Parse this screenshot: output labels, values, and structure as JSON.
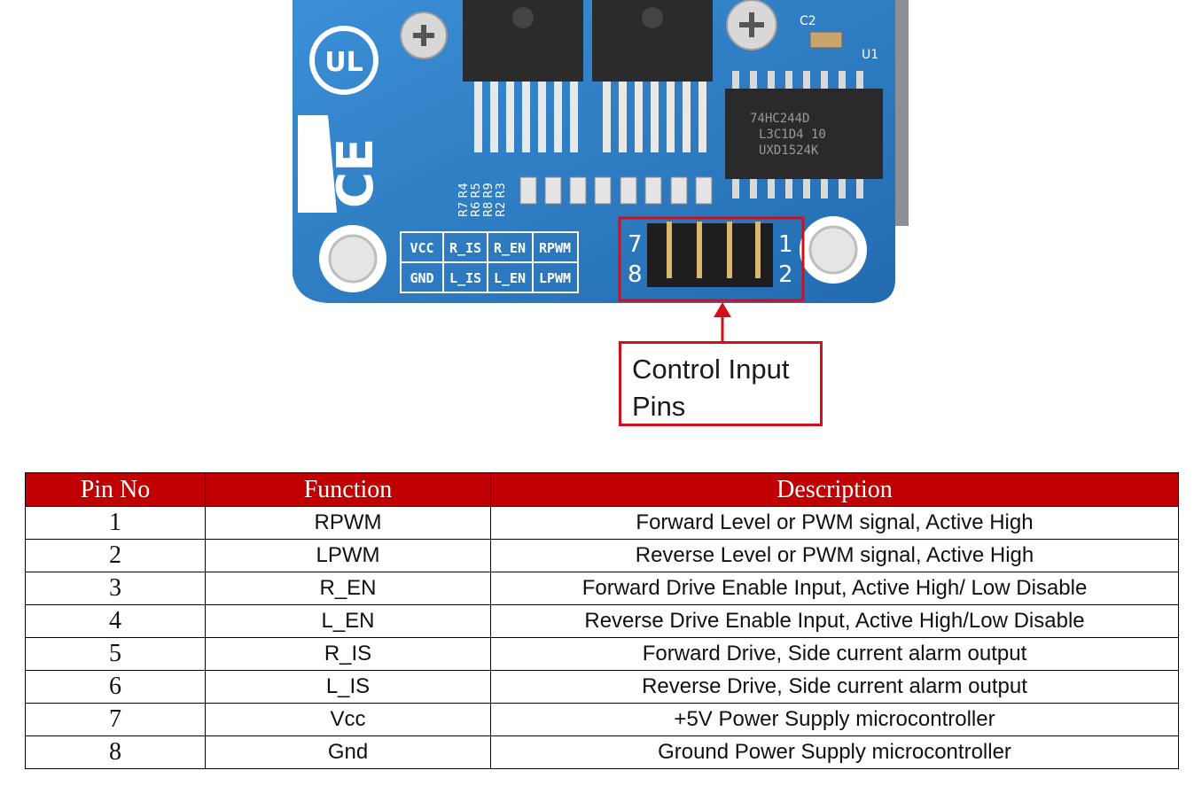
{
  "board": {
    "silk_labels_top": [
      "VCC",
      "R_IS",
      "R_EN",
      "RPWM"
    ],
    "silk_labels_bottom": [
      "GND",
      "L_IS",
      "L_EN",
      "LPWM"
    ],
    "header_numbers": [
      "7",
      "1",
      "8",
      "2"
    ],
    "chip_lines": [
      "74HC244D",
      "L3C1D4 10",
      "UXD1524K"
    ],
    "resistor_labels": [
      "R7 R4",
      "R6 R5",
      "R8 R9",
      "R2 R3"
    ],
    "component_labels": [
      "C2",
      "U1"
    ],
    "cert_marks": [
      "UL",
      "CE"
    ]
  },
  "callout": {
    "line1": "Control Input",
    "line2": "Pins"
  },
  "table": {
    "headers": [
      "Pin No",
      "Function",
      "Description"
    ],
    "rows": [
      {
        "pin": "1",
        "function": "RPWM",
        "description": "Forward Level or PWM signal, Active High"
      },
      {
        "pin": "2",
        "function": "LPWM",
        "description": "Reverse Level or PWM signal, Active High"
      },
      {
        "pin": "3",
        "function": "R_EN",
        "description": "Forward Drive Enable Input, Active High/ Low Disable"
      },
      {
        "pin": "4",
        "function": "L_EN",
        "description": "Reverse Drive Enable Input, Active High/Low Disable"
      },
      {
        "pin": "5",
        "function": "R_IS",
        "description": "Forward Drive, Side current alarm output"
      },
      {
        "pin": "6",
        "function": "L_IS",
        "description": "Reverse Drive, Side current alarm output"
      },
      {
        "pin": "7",
        "function": "Vcc",
        "description": "+5V Power Supply microcontroller"
      },
      {
        "pin": "8",
        "function": "Gnd",
        "description": "Ground Power Supply microcontroller"
      }
    ]
  },
  "colors": {
    "pcb_blue": "#2f7fc6",
    "header_red": "#c00000",
    "callout_red": "#d0111b"
  }
}
